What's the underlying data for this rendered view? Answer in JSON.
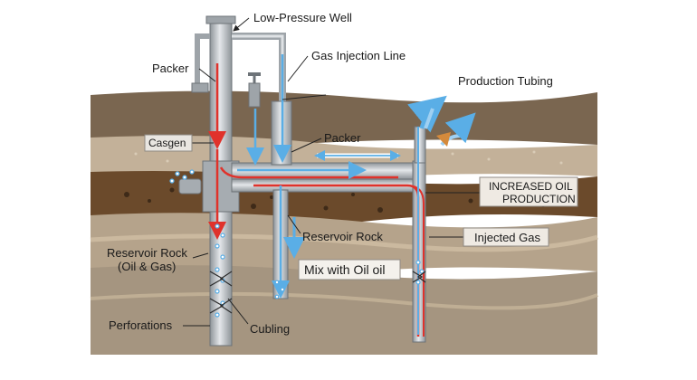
{
  "labels": {
    "low_pressure_well": "Low-Pressure Well",
    "gas_injection_line": "Gas Injection Line",
    "production_tubing": "Production Tubing",
    "packer_left": "Packer",
    "packer_right": "Packer",
    "casgen": "Casgen",
    "increased_oil_line1": "INCREASED OIL",
    "increased_oil_line2": "PRODUCTION",
    "reservoir_rock_mid": "Reservoir Rock",
    "injected_gas": "Injected Gas",
    "reservoir_rock_left_line1": "Reservoir Rock",
    "reservoir_rock_left_line2": "(Oil & Gas)",
    "mix_with_oil": "Mix with Oil oil",
    "perforations": "Perforations",
    "cubling": "Cubling"
  },
  "colors": {
    "oil_flow": "#e0322b",
    "gas_flow": "#5aaee6",
    "pipe": "#b9bec2",
    "soil_top": "#7a6650",
    "soil_mid": "#b8a48a",
    "soil_oil": "#6b4a2b",
    "soil_low": "#a99883"
  }
}
